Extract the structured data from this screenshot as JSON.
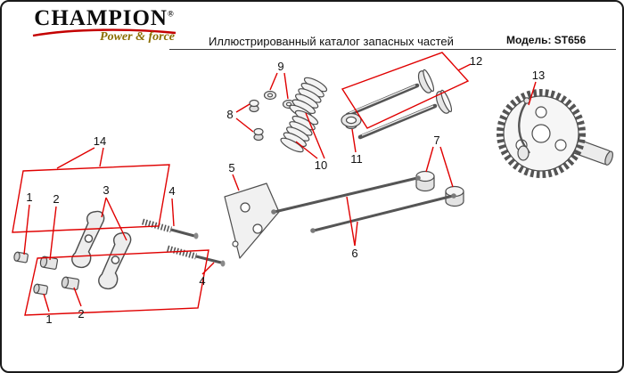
{
  "header": {
    "brand": "CHAMPION",
    "registered": "®",
    "tagline": "Power & force",
    "title": "Иллюстрированный каталог запасных частей",
    "model": "Модель: ST656"
  },
  "diagram": {
    "labels": {
      "n1_top": "1",
      "n2_top": "2",
      "n3": "3",
      "n4_top": "4",
      "n1_bot": "1",
      "n2_bot": "2",
      "n4_bot": "4",
      "n5": "5",
      "n6": "6",
      "n7": "7",
      "n8": "8",
      "n9": "9",
      "n10": "10",
      "n11": "11",
      "n12": "12",
      "n13": "13",
      "n14": "14"
    }
  },
  "colors": {
    "callout_red": "#e00000",
    "line_gray": "#4d4d4d",
    "tagline_gold": "#8a6d00",
    "brand_black": "#0d0d0d"
  }
}
